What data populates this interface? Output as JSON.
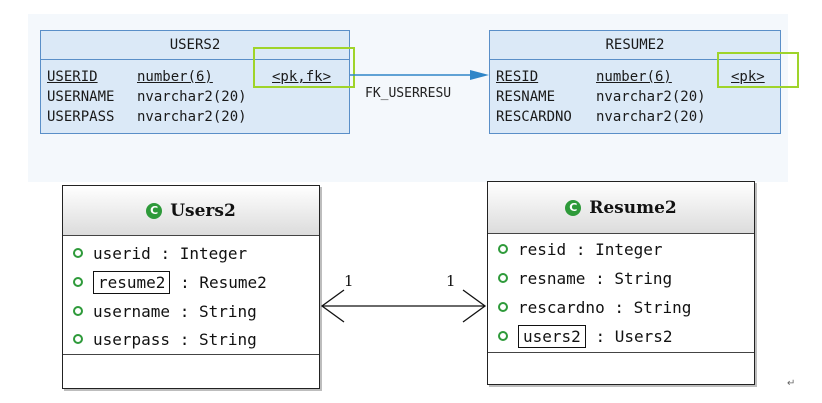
{
  "er_diagram": {
    "users_table": {
      "title": "USERS2",
      "rows": [
        {
          "name": "USERID",
          "type": "number(6)",
          "key": "<pk,fk>"
        },
        {
          "name": "USERNAME",
          "type": "nvarchar2(20)"
        },
        {
          "name": "USERPASS",
          "type": "nvarchar2(20)"
        }
      ]
    },
    "resume_table": {
      "title": "RESUME2",
      "rows": [
        {
          "name": "RESID",
          "type": "number(6)",
          "key": "<pk>"
        },
        {
          "name": "RESNAME",
          "type": "nvarchar2(20)"
        },
        {
          "name": "RESCARDNO",
          "type": "nvarchar2(20)"
        }
      ]
    },
    "relationship_label": "FK_USERRESU"
  },
  "uml_diagram": {
    "users_class": {
      "name": "Users2",
      "attributes": [
        {
          "name": "userid",
          "sep": ":",
          "type": "Integer"
        },
        {
          "name": "resume2",
          "sep": ":",
          "type": "Resume2"
        },
        {
          "name": "username",
          "sep": ":",
          "type": "String"
        },
        {
          "name": "userpass",
          "sep": ":",
          "type": "String"
        }
      ]
    },
    "resume_class": {
      "name": "Resume2",
      "attributes": [
        {
          "name": "resid",
          "sep": ":",
          "type": "Integer"
        },
        {
          "name": "resname",
          "sep": ":",
          "type": "String"
        },
        {
          "name": "rescardno",
          "sep": ":",
          "type": "String"
        },
        {
          "name": "users2",
          "sep": ":",
          "type": "Users2"
        }
      ]
    },
    "association": {
      "left_multiplicity": "1",
      "right_multiplicity": "1"
    }
  },
  "colors": {
    "table_fill": "#dbe9f7",
    "table_border": "#5a8fc8",
    "highlight": "#9fd42a",
    "class_icon": "#2e9a3a",
    "fk_arrow": "#2f86c8"
  },
  "icons": {
    "class_icon": "class-c-icon",
    "attribute_icon": "field-bullet-icon"
  }
}
